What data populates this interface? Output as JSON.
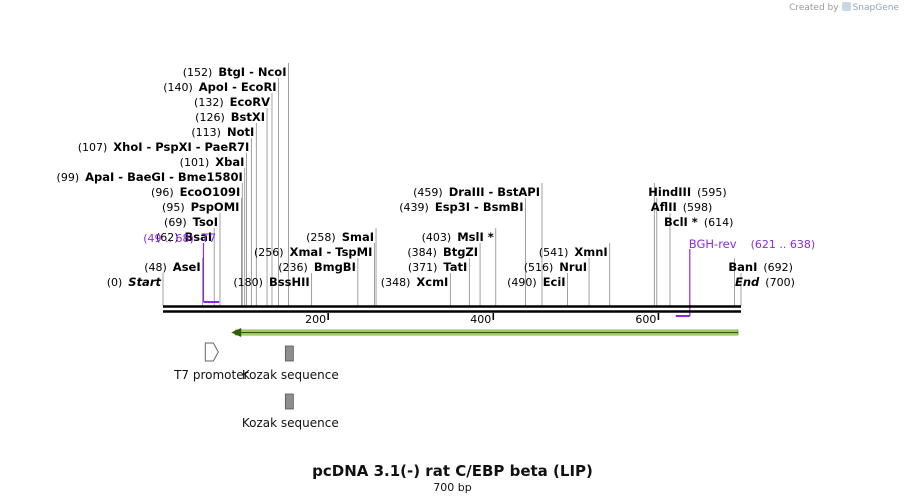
{
  "watermark": {
    "created_by": "Created by",
    "brand": "SnapGene"
  },
  "plasmid": {
    "name": "pcDNA 3.1(-) rat C/EBP beta (LIP)",
    "length": "700 bp",
    "length_bp": 700
  },
  "colors": {
    "primer": "#8a2be2",
    "orf_outline": "#6a9a2a",
    "orf_fill": "#c6e88a",
    "feature_gray": "#8e8e8e",
    "backbone": "#000000"
  },
  "ticks": [
    {
      "pos": 200,
      "label": "200"
    },
    {
      "pos": 400,
      "label": "400"
    },
    {
      "pos": 600,
      "label": "600"
    }
  ],
  "sites": [
    {
      "pos": 0,
      "name": "Start",
      "pos_label": "(0)",
      "row": 0,
      "side": "left",
      "italic": true
    },
    {
      "pos": 48,
      "name": "AseI",
      "pos_label": "(48)",
      "row": 1,
      "side": "left"
    },
    {
      "pos": 62,
      "name": "BsaI",
      "pos_label": "(62)",
      "row": 3,
      "side": "left"
    },
    {
      "pos": 69,
      "name": "TsoI",
      "pos_label": "(69)",
      "row": 4,
      "side": "left"
    },
    {
      "pos": 95,
      "name": "PspOMI",
      "pos_label": "(95)",
      "row": 5,
      "side": "left"
    },
    {
      "pos": 96,
      "name": "EcoO109I",
      "pos_label": "(96)",
      "row": 6,
      "side": "left"
    },
    {
      "pos": 99,
      "name": "ApaI  -  BaeGI  -  Bme1580I",
      "pos_label": "(99)",
      "row": 7,
      "side": "left"
    },
    {
      "pos": 101,
      "name": "XbaI",
      "pos_label": "(101)",
      "row": 8,
      "side": "left"
    },
    {
      "pos": 107,
      "name": "XhoI  -  PspXI  -  PaeR7I",
      "pos_label": "(107)",
      "row": 9,
      "side": "left"
    },
    {
      "pos": 113,
      "name": "NotI",
      "pos_label": "(113)",
      "row": 10,
      "side": "left"
    },
    {
      "pos": 126,
      "name": "BstXI",
      "pos_label": "(126)",
      "row": 11,
      "side": "left"
    },
    {
      "pos": 132,
      "name": "EcoRV",
      "pos_label": "(132)",
      "row": 12,
      "side": "left"
    },
    {
      "pos": 140,
      "name": "ApoI  -  EcoRI",
      "pos_label": "(140)",
      "row": 13,
      "side": "left"
    },
    {
      "pos": 152,
      "name": "BtgI  -  NcoI",
      "pos_label": "(152)",
      "row": 14,
      "side": "left"
    },
    {
      "pos": 180,
      "name": "BssHII",
      "pos_label": "(180)",
      "row": 0,
      "side": "left"
    },
    {
      "pos": 236,
      "name": "BmgBI",
      "pos_label": "(236)",
      "row": 1,
      "side": "left"
    },
    {
      "pos": 256,
      "name": "XmaI  -  TspMI",
      "pos_label": "(256)",
      "row": 2,
      "side": "left"
    },
    {
      "pos": 258,
      "name": "SmaI",
      "pos_label": "(258)",
      "row": 3,
      "side": "left"
    },
    {
      "pos": 348,
      "name": "XcmI",
      "pos_label": "(348)",
      "row": 0,
      "side": "left"
    },
    {
      "pos": 371,
      "name": "TatI",
      "pos_label": "(371)",
      "row": 1,
      "side": "left"
    },
    {
      "pos": 384,
      "name": "BtgZI",
      "pos_label": "(384)",
      "row": 2,
      "side": "left"
    },
    {
      "pos": 403,
      "name": "MslI *",
      "pos_label": "(403)",
      "row": 3,
      "side": "left"
    },
    {
      "pos": 439,
      "name": "Esp3I  -  BsmBI",
      "pos_label": "(439)",
      "row": 5,
      "side": "left"
    },
    {
      "pos": 459,
      "name": "DraIII  -  BstAPI",
      "pos_label": "(459)",
      "row": 6,
      "side": "left"
    },
    {
      "pos": 490,
      "name": "EciI",
      "pos_label": "(490)",
      "row": 0,
      "side": "left"
    },
    {
      "pos": 516,
      "name": "NruI",
      "pos_label": "(516)",
      "row": 1,
      "side": "left"
    },
    {
      "pos": 541,
      "name": "XmnI",
      "pos_label": "(541)",
      "row": 2,
      "side": "left"
    },
    {
      "pos": 595,
      "name": "HindIII",
      "pos_label": "(595)",
      "row": 6,
      "side": "right"
    },
    {
      "pos": 598,
      "name": "AflII",
      "pos_label": "(598)",
      "row": 5,
      "side": "right"
    },
    {
      "pos": 614,
      "name": "BclI *",
      "pos_label": "(614)",
      "row": 4,
      "side": "right"
    },
    {
      "pos": 692,
      "name": "BanI",
      "pos_label": "(692)",
      "row": 1,
      "side": "right"
    },
    {
      "pos": 700,
      "name": "End",
      "pos_label": "(700)",
      "row": 0,
      "side": "right",
      "italic": true
    }
  ],
  "primers": [
    {
      "name": "T7",
      "range_label": "(49 .. 68)",
      "start": 49,
      "end": 68,
      "direction": "forward",
      "side": "left"
    },
    {
      "name": "BGH-rev",
      "range_label": "(621 .. 638)",
      "start": 621,
      "end": 638,
      "direction": "reverse",
      "side": "right"
    }
  ],
  "orf": {
    "start": 85,
    "end": 700,
    "direction": "reverse"
  },
  "features": [
    {
      "name": "T7 promoter",
      "start": 49,
      "end": 68,
      "shape": "arrow"
    },
    {
      "name": "Kozak sequence",
      "start": 148,
      "end": 158,
      "shape": "box",
      "lane": 0
    },
    {
      "name": "Kozak sequence",
      "start": 148,
      "end": 158,
      "shape": "box",
      "lane": 1
    }
  ]
}
